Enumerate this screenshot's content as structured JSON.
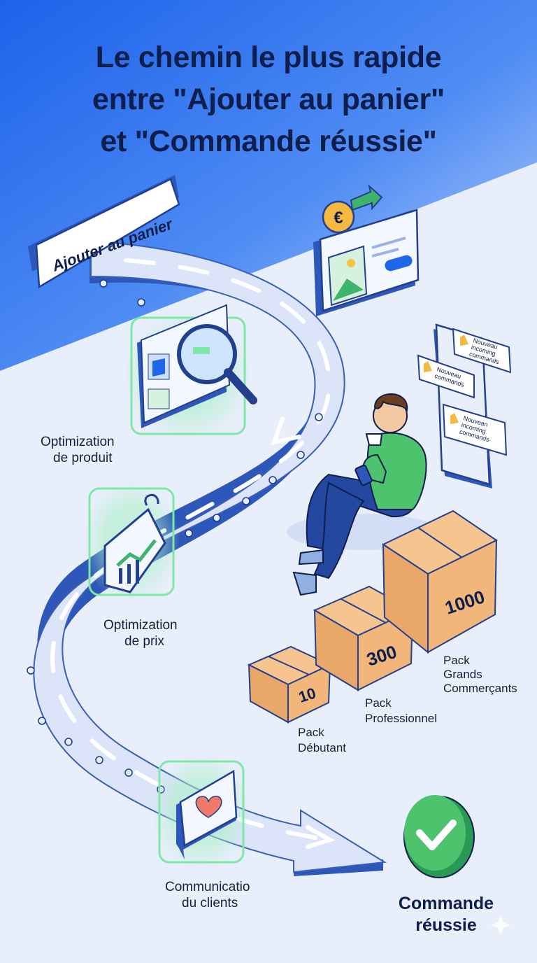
{
  "title": {
    "line1": "Le chemin le plus rapide",
    "line2": "entre \"Ajouter au panier\"",
    "line3": "et \"Commande réussie\""
  },
  "start_sign": {
    "label": "Ajouter au panier"
  },
  "steps": [
    {
      "line1": "Optimization",
      "line2": "de produit",
      "icon": "magnifier-product-icon"
    },
    {
      "line1": "Optimization",
      "line2": "de prix",
      "icon": "price-tag-chart-icon"
    },
    {
      "line1": "Communicatio",
      "line2": "du clients",
      "icon": "heart-chat-icon"
    }
  ],
  "payment": {
    "currency_symbol": "€"
  },
  "notifications": [
    {
      "line1": "Nouveau",
      "line2": "incoming",
      "line3": "commands"
    },
    {
      "line1": "Nouveau",
      "line2": "commands"
    },
    {
      "line1": "Nouvean",
      "line2": "incoming",
      "line3": "commands·"
    }
  ],
  "packs": [
    {
      "number": "10",
      "line1": "Pack",
      "line2": "Débutant"
    },
    {
      "number": "300",
      "line1": "Pack",
      "line2": "Professionnel"
    },
    {
      "number": "1000",
      "line1": "Pack",
      "line2": "Grands",
      "line3": "Commerçants"
    }
  ],
  "finish": {
    "line1": "Commande",
    "line2": "réussie"
  },
  "colors": {
    "brand_blue": "#1f66e8",
    "navy": "#0f1f4d",
    "belt_blue": "#2d57b8",
    "success_green": "#3db36b",
    "glow_green": "#7ee8a6",
    "box_orange": "#f0b47a"
  }
}
